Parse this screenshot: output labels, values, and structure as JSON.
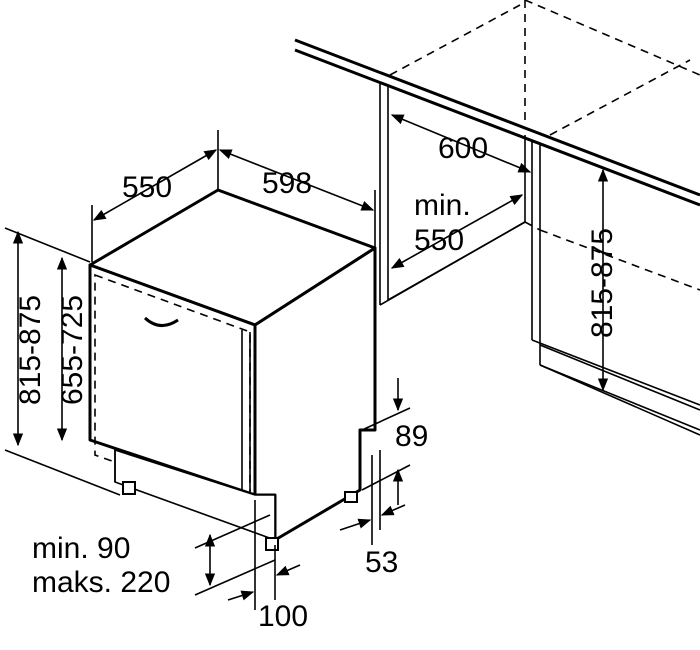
{
  "dimensions": {
    "depth": "550",
    "width": "598",
    "niche_width": "600",
    "niche_depth_line1": "min.",
    "niche_depth_line2": "550",
    "niche_height": "815-875",
    "height_total": "815-875",
    "height_door": "655-725",
    "plinth_top": "89",
    "plinth_bottom": "53",
    "plinth_height_line1": "min. 90",
    "plinth_height_line2": "maks. 220",
    "plinth_offset": "100"
  }
}
